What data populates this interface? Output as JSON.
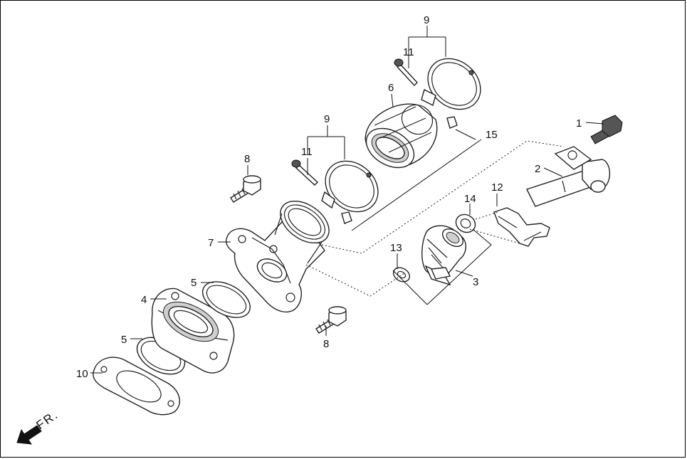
{
  "diagram": {
    "callouts": {
      "c1": "1",
      "c2": "2",
      "c3": "3",
      "c4": "4",
      "c5a": "5",
      "c5b": "5",
      "c6": "6",
      "c7": "7",
      "c8a": "8",
      "c8b": "8",
      "c9a": "9",
      "c9b": "9",
      "c10": "10",
      "c11a": "11",
      "c11b": "11",
      "c12": "12",
      "c13": "13",
      "c14": "14",
      "c15": "15"
    },
    "direction_label": "FR."
  }
}
